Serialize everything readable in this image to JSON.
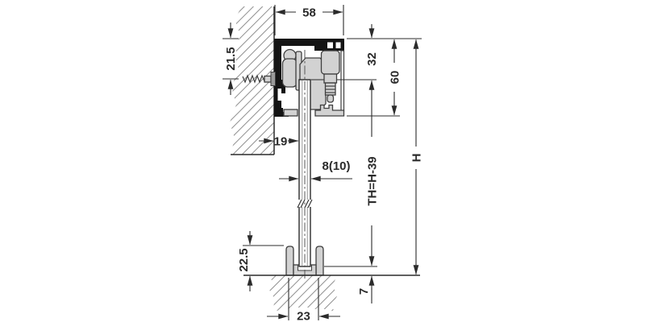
{
  "drawing": {
    "dimensions": {
      "track_width": "58",
      "track_top_to_fixing": "21.5",
      "track_top_to_glass_top": "32",
      "track_height": "60",
      "total_height": "H",
      "wall_to_glass": "19",
      "glass_thickness": "8(10)",
      "door_height": "TH=H-39",
      "floor_guide_height": "22.5",
      "glass_bottom_to_floor": "7",
      "floor_channel_width": "23"
    },
    "colors": {
      "background": "#ffffff",
      "line": "#2b2b2b",
      "profile": "#141414",
      "part_fill": "#d2d2d2",
      "part_stroke": "#3f3f3f",
      "hatch": "#8f8f8f",
      "glass_inner": "#8a8a8a",
      "washer": "#9a9a9a"
    }
  }
}
